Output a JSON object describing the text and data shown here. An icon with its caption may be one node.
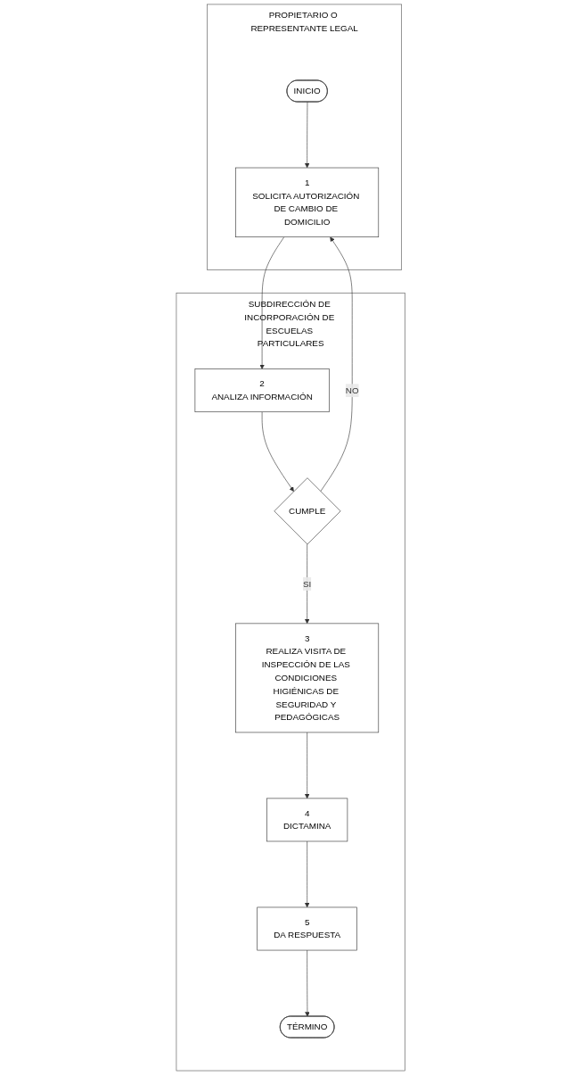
{
  "diagram": {
    "nodes": [
      {
        "text": [
          "PROPIETARIO O REPRESENTANTE LEGAL"
        ]
      },
      {
        "text": [
          "SUBDIRECCIÓN DE INCORPORACIÓN DE ESCUELAS PARTICULARES"
        ]
      },
      {
        "text": [
          "INICIO"
        ],
        "in": 0
      },
      {
        "text": [
          "1",
          "SOLICITA AUTORIZACIÓN DE CAMBIO DE DOMICILIO"
        ],
        "in": 0
      },
      {
        "text": [
          "2",
          "ANALIZA INFORMACIÓN"
        ],
        "in": 1
      },
      {
        "text": [
          "CUMPLE"
        ],
        "in": 1
      },
      {
        "text": [
          "3",
          "REALIZA VISITA DE INSPECCIÓN DE LAS CONDICIONES HIGIÉNICAS DE SEGURIDAD Y PEDAGÓGICAS"
        ],
        "in": 1
      },
      {
        "text": [
          "4",
          "DICTAMINA"
        ],
        "in": 1
      },
      {
        "text": [
          "5",
          "DA RESPUESTA"
        ],
        "in": 1
      },
      {
        "text": [
          "TÉRMINO"
        ],
        "in": 1
      }
    ],
    "edges": [
      {
        "from": 2,
        "to": 3,
        "arrow": "to"
      },
      {
        "from": 3,
        "to": 4,
        "arrow": "to"
      },
      {
        "from": 4,
        "to": 5,
        "arrow": "to"
      },
      {
        "from": 5,
        "to": 3,
        "label": "NO",
        "arrow": "to"
      },
      {
        "from": 5,
        "to": 6,
        "label": "SI",
        "arrow": "to"
      },
      {
        "from": 6,
        "to": 7,
        "arrow": "to"
      },
      {
        "from": 7,
        "to": 8,
        "arrow": "to"
      },
      {
        "from": 8,
        "to": 9,
        "arrow": "to"
      }
    ]
  }
}
